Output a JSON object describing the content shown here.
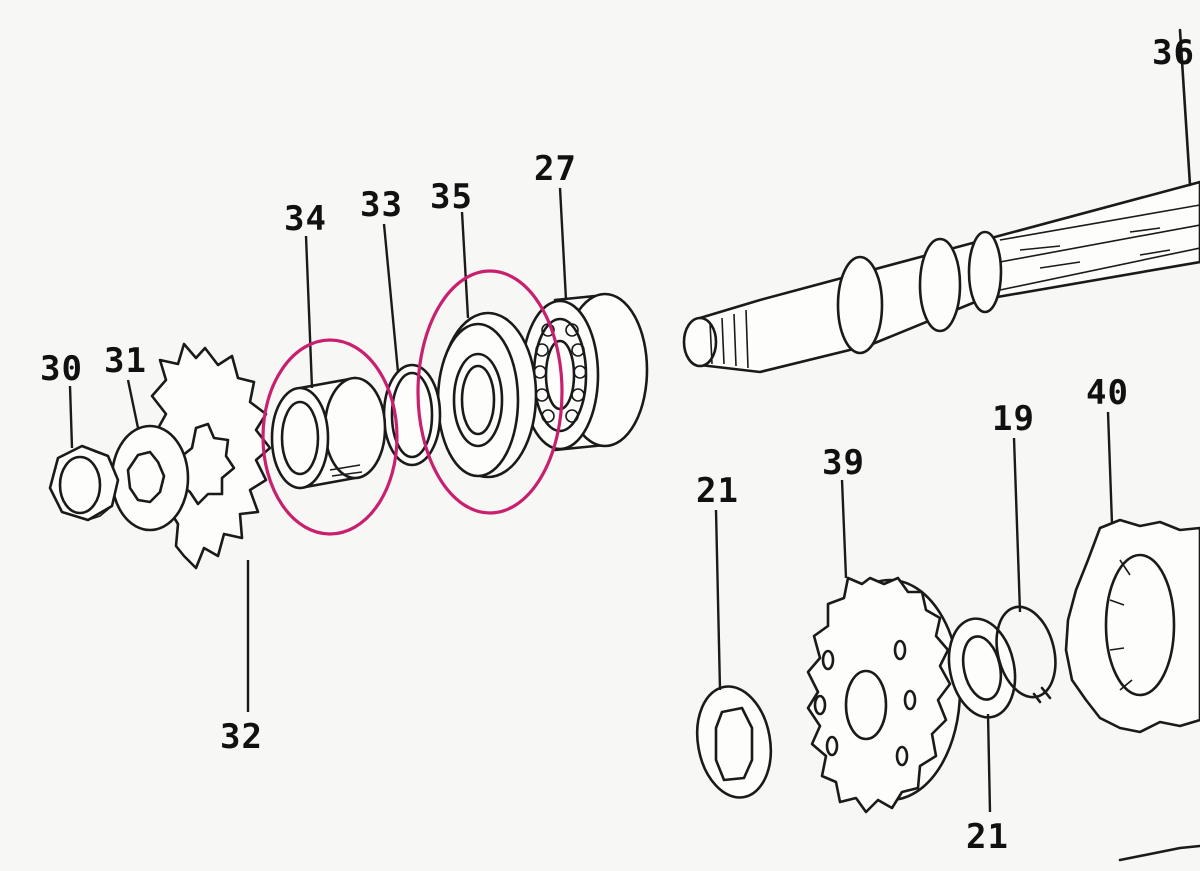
{
  "labels": {
    "p36": "36",
    "p27": "27",
    "p35": "35",
    "p33": "33",
    "p34": "34",
    "p30": "30",
    "p31": "31",
    "p32": "32",
    "p21a": "21",
    "p39": "39",
    "p19": "19",
    "p40": "40",
    "p21b": "21"
  },
  "highlight_color": "#c8206e",
  "ink_color": "#1a1a1a"
}
